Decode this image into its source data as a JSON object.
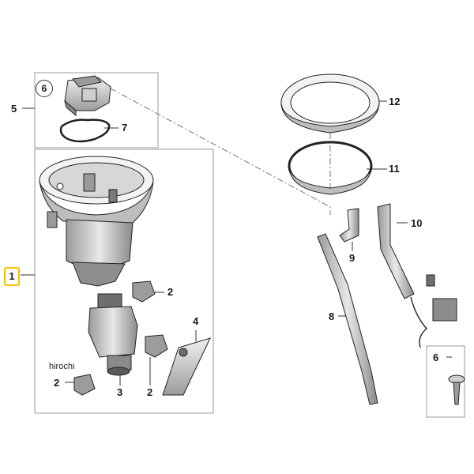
{
  "callouts": {
    "p1": "1",
    "p2a": "2",
    "p2b": "2",
    "p2c": "2",
    "p3": "3",
    "p4": "4",
    "p5": "5",
    "p6a": "6",
    "p6b": "6",
    "p7": "7",
    "p8": "8",
    "p9": "9",
    "p10": "10",
    "p11": "11",
    "p12": "12"
  },
  "watermark": "hirochi",
  "colors": {
    "highlight": "#f2c200",
    "line": "#333333",
    "fill_light": "#e4e4e4",
    "fill_mid": "#bdbdbd",
    "fill_dark": "#6e6e6e"
  }
}
